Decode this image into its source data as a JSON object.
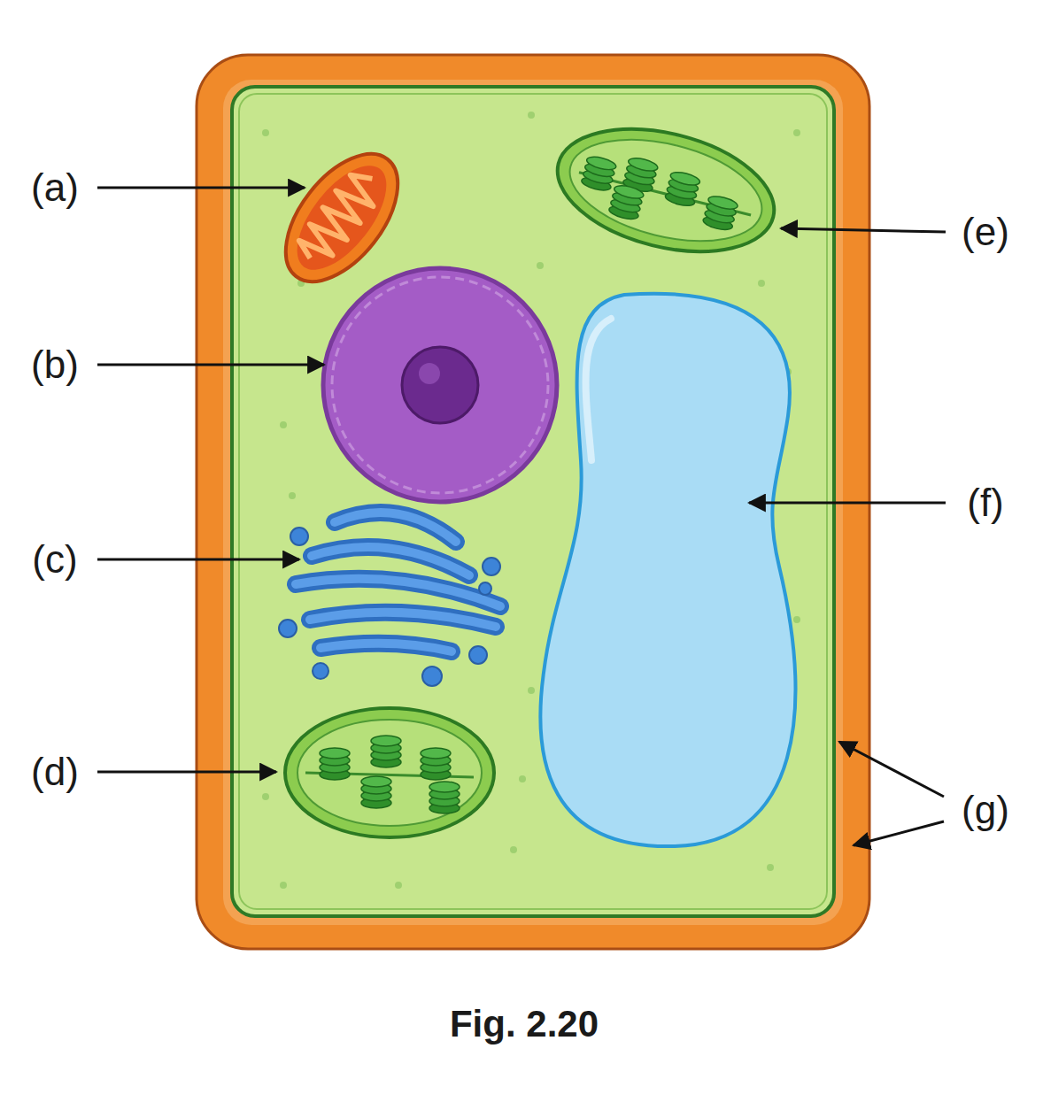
{
  "diagram": {
    "caption": "Fig. 2.20",
    "labels": [
      "(a)",
      "(b)",
      "(c)",
      "(d)",
      "(e)",
      "(f)",
      "(g)"
    ]
  }
}
